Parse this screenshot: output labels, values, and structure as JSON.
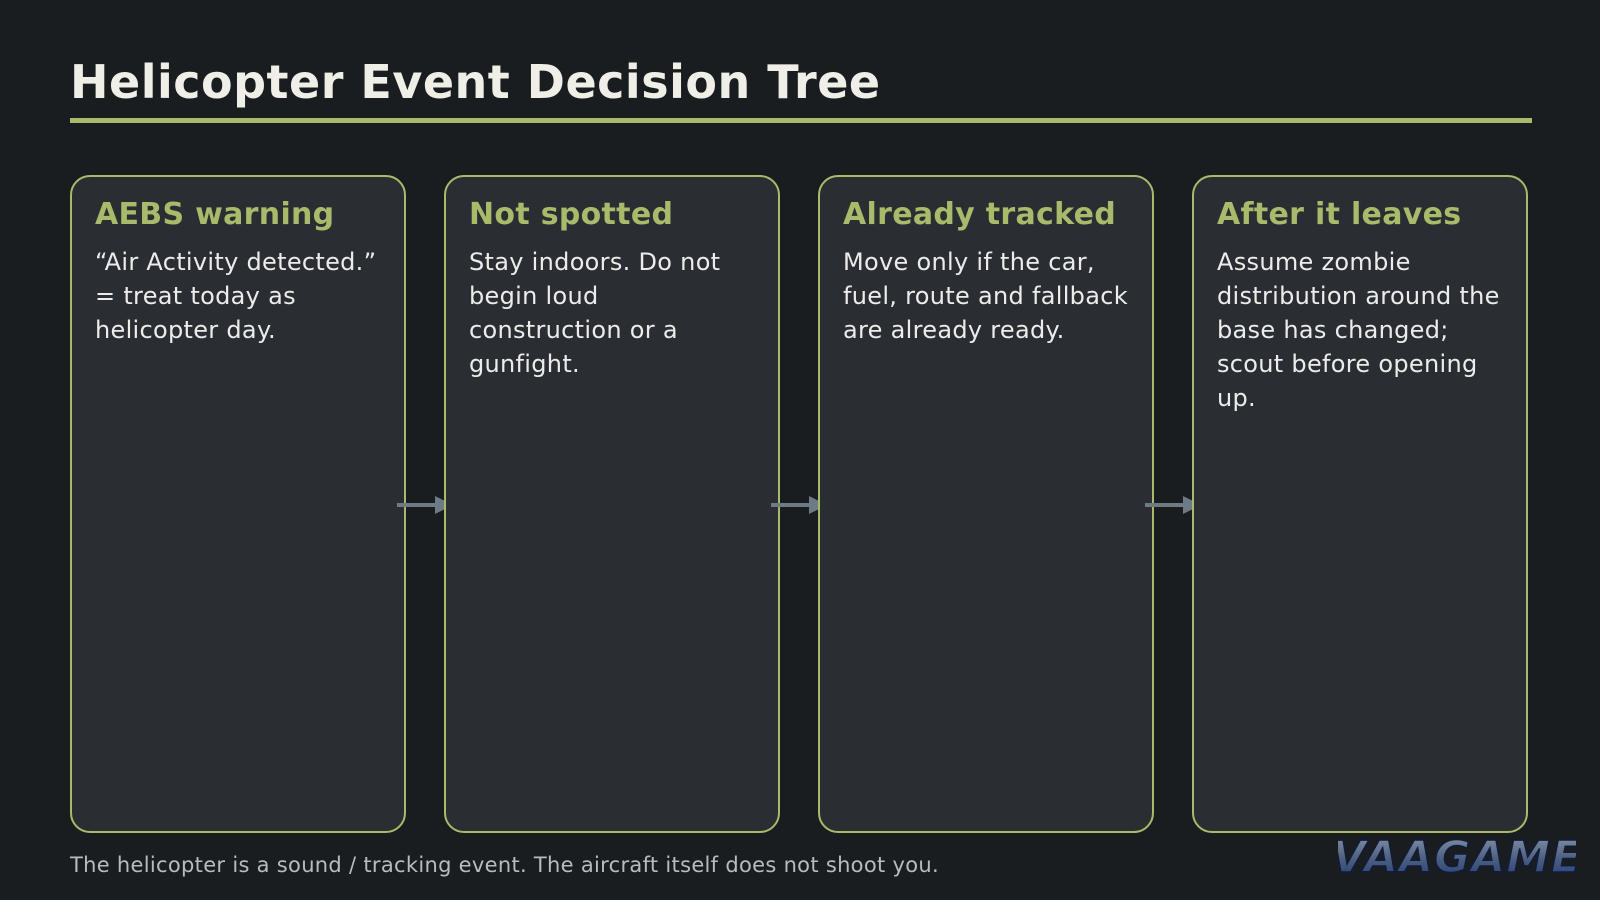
{
  "title": "Helicopter Event Decision Tree",
  "cards": [
    {
      "title": "AEBS warning",
      "body": "“Air Activity detected.” = treat today as helicopter day."
    },
    {
      "title": "Not spotted",
      "body": "Stay indoors. Do not begin loud construction or a gunfight."
    },
    {
      "title": "Already tracked",
      "body": "Move only if the car, fuel, route and fallback are already ready."
    },
    {
      "title": "After it leaves",
      "body": "Assume zombie distribution around the base has changed; scout before opening up."
    }
  ],
  "footnote": "The helicopter is a sound / tracking event. The aircraft itself does not shoot you.",
  "logo": {
    "text": "VAAGAME"
  },
  "colors": {
    "background": "#1a1d20",
    "accent": "#a8bb6a",
    "card": "#2a2e33",
    "arrow": "#6f7b84"
  }
}
